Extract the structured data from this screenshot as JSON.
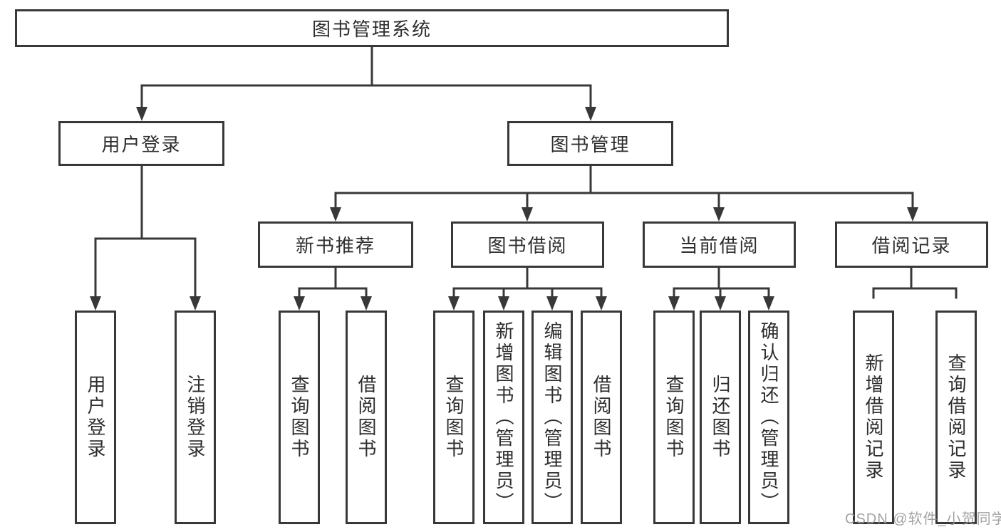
{
  "diagram": {
    "root": {
      "label": "图书管理系统"
    },
    "branches": [
      {
        "label": "用户登录",
        "children": [
          {
            "label": "用户登录"
          },
          {
            "label": "注销登录"
          }
        ]
      },
      {
        "label": "图书管理",
        "children": [
          {
            "label": "新书推荐",
            "children": [
              {
                "label": "查询图书"
              },
              {
                "label": "借阅图书"
              }
            ]
          },
          {
            "label": "图书借阅",
            "children": [
              {
                "label": "查询图书"
              },
              {
                "label": "新增图书（管理员）"
              },
              {
                "label": "编辑图书（管理员）"
              },
              {
                "label": "借阅图书"
              }
            ]
          },
          {
            "label": "当前借阅",
            "children": [
              {
                "label": "查询图书"
              },
              {
                "label": "归还图书"
              },
              {
                "label": "确认归还（管理员）"
              }
            ]
          },
          {
            "label": "借阅记录",
            "children": [
              {
                "label": "新增借阅记录"
              },
              {
                "label": "查询借阅记录"
              }
            ]
          }
        ]
      }
    ]
  },
  "watermark": {
    "text": "CSDN @软件_小贺同学"
  },
  "colors": {
    "line": "#383838",
    "text": "#2e2e2e",
    "watermark": "#9a9a9a",
    "background": "#ffffff"
  }
}
